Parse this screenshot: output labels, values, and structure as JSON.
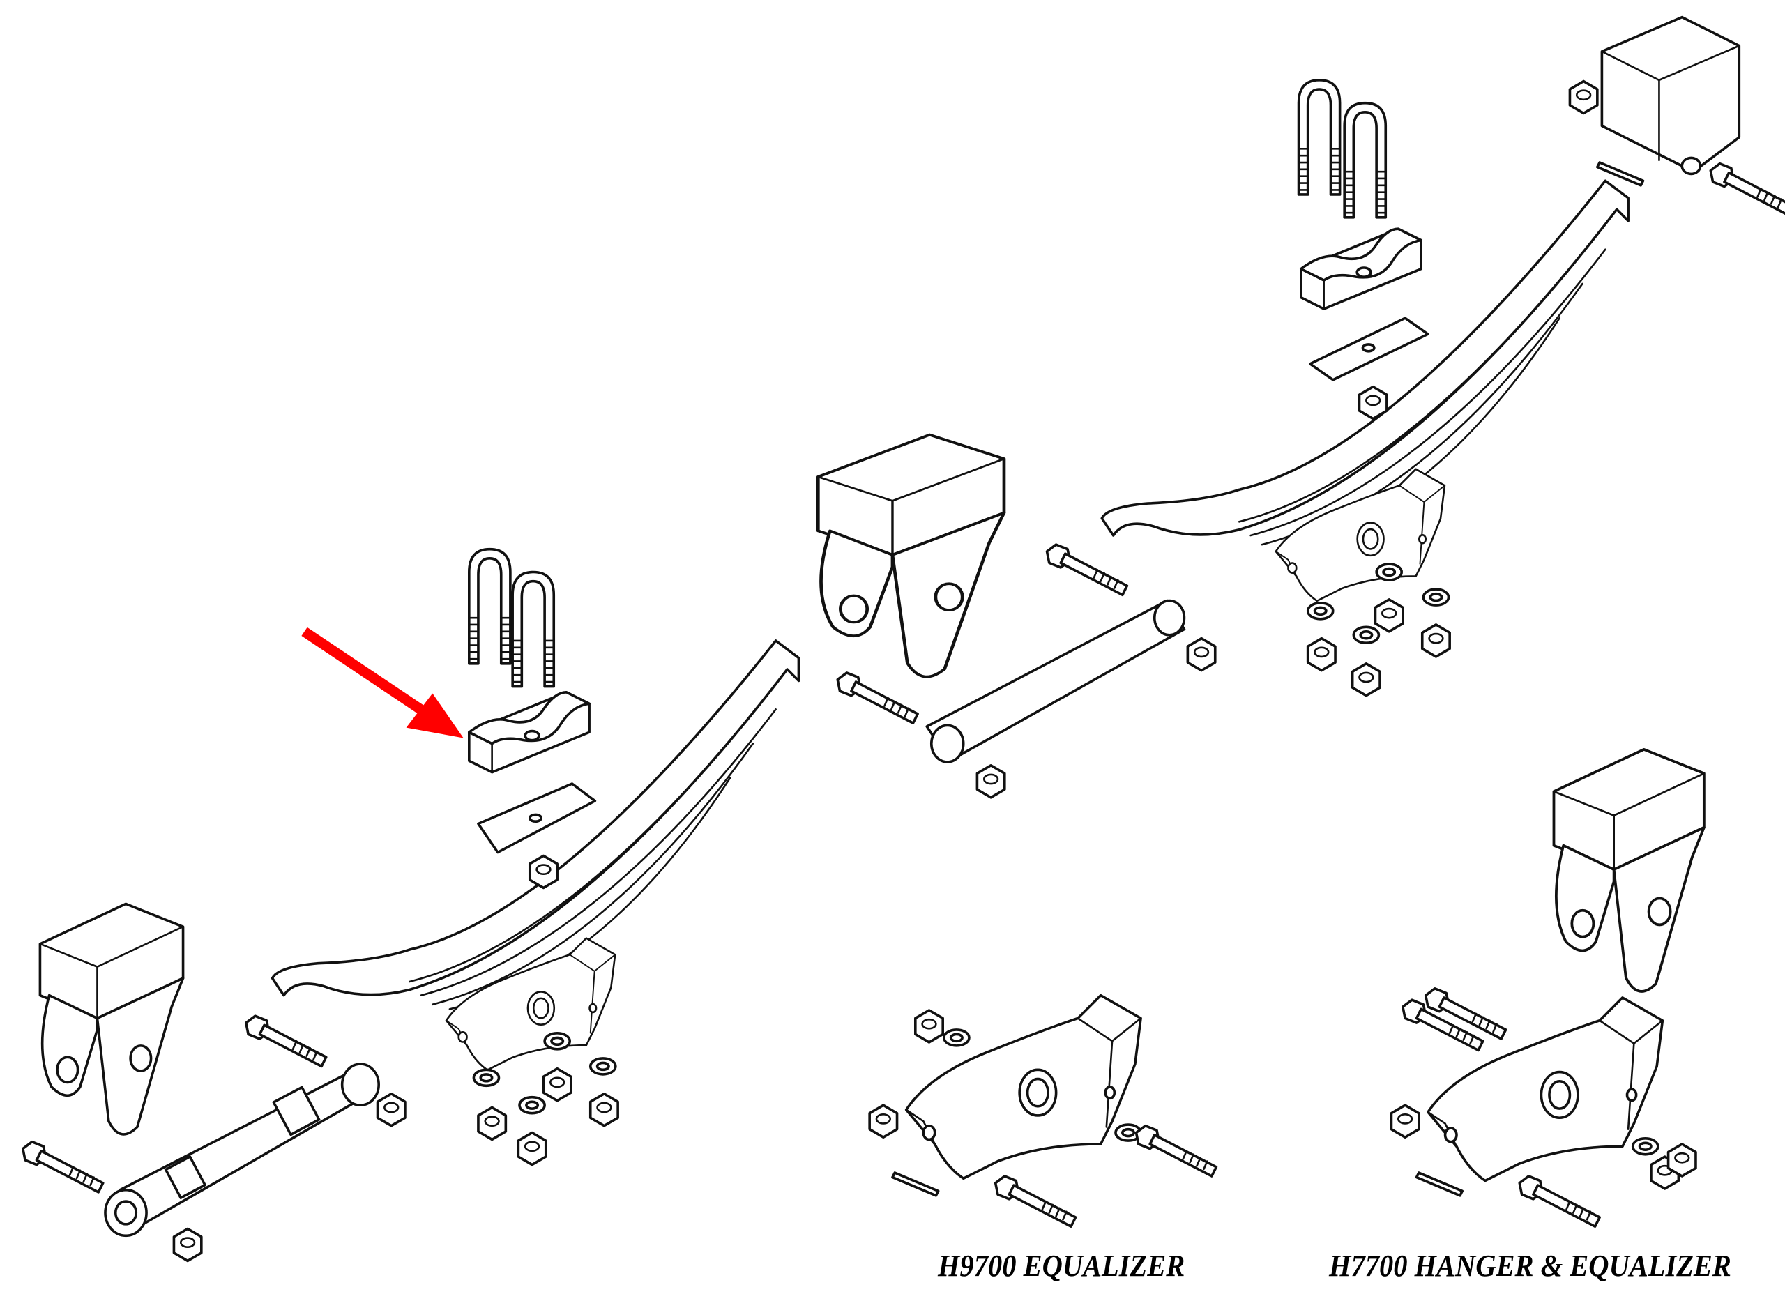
{
  "diagram": {
    "title": "Tandem axle leaf spring suspension exploded parts diagram",
    "labels": {
      "h9700": "H9700 EQUALIZER",
      "h7700": "H7700 HANGER & EQUALIZER"
    },
    "highlight_color": "#ff0000",
    "line_color": "#111111"
  }
}
